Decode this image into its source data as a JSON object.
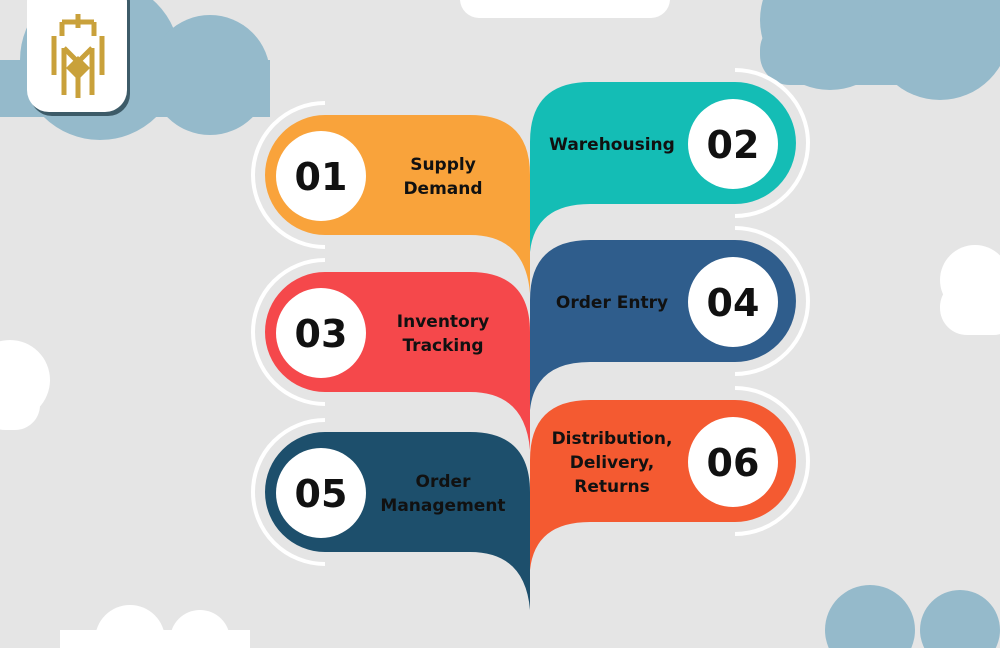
{
  "logo": {
    "icon": "crowned-lion-shield-logo",
    "color": "#c9a13b"
  },
  "steps": [
    {
      "number": "01",
      "lines": [
        "Supply",
        "Demand"
      ],
      "color": "#f9a33b"
    },
    {
      "number": "02",
      "lines": [
        "Warehousing"
      ],
      "color": "#14bdb5"
    },
    {
      "number": "03",
      "lines": [
        "Inventory",
        "Tracking"
      ],
      "color": "#f5484b"
    },
    {
      "number": "04",
      "lines": [
        "Order Entry"
      ],
      "color": "#2f5d8c"
    },
    {
      "number": "05",
      "lines": [
        "Order",
        "Management"
      ],
      "color": "#1d4f6c"
    },
    {
      "number": "06",
      "lines": [
        "Distribution,",
        "Delivery,",
        "Returns"
      ],
      "color": "#f45a31"
    }
  ]
}
